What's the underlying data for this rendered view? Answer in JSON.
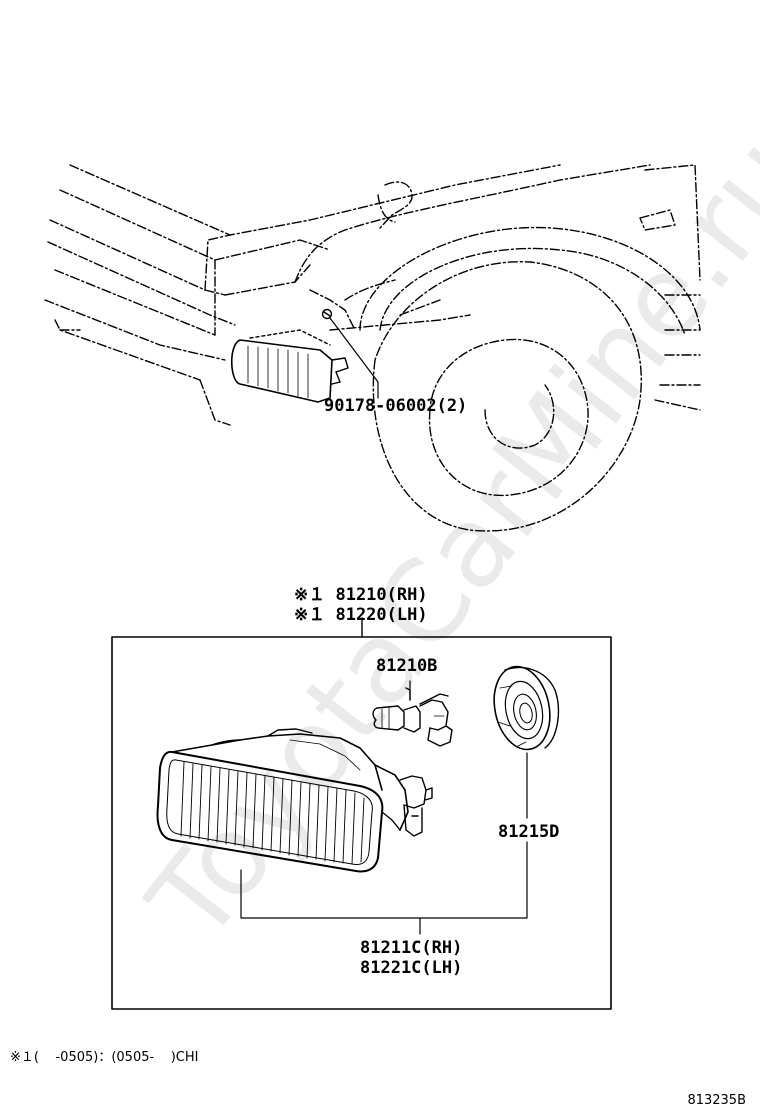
{
  "labels": {
    "bolt": "90178-06002(2)",
    "assembly_rh": "※１ 81210(RH)",
    "assembly_lh": "※１ 81220(LH)",
    "bulb": "81210B",
    "socket_cover": "81215D",
    "lens_rh": "81211C(RH)",
    "lens_lh": "81221C(LH)"
  },
  "footnote": "※１(    -0505)：(0505-    )CHI",
  "diagram_id": "813235B",
  "watermark": "ToyotaCarMine.ru"
}
